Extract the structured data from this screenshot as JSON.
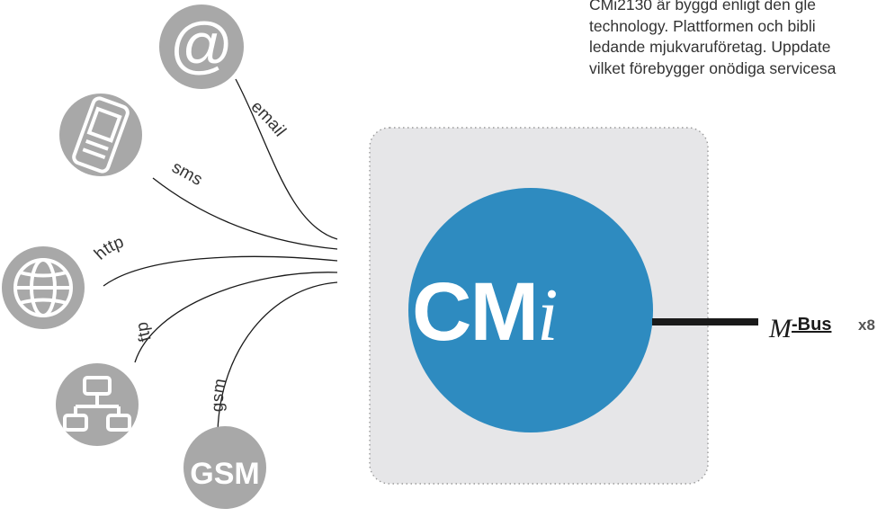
{
  "description_text": {
    "lines": [
      "CMi2130 är byggd enligt den gle",
      "technology. Plattformen och bibli",
      "ledande mjukvaruföretag. Uppdate",
      "vilket förebygger onödiga servicesa"
    ]
  },
  "channels": [
    {
      "label": "email",
      "icon": "at-sign-icon"
    },
    {
      "label": "sms",
      "icon": "mobile-phone-icon"
    },
    {
      "label": "http",
      "icon": "globe-icon"
    },
    {
      "label": "ftp",
      "icon": "network-icon"
    },
    {
      "label": "gsm",
      "icon": "gsm-icon"
    }
  ],
  "device": {
    "logo_text": "CM",
    "logo_suffix": "i"
  },
  "mbus": {
    "logo_letter": "M",
    "label": "-Bus",
    "count": "x8"
  },
  "colors": {
    "circle": "#2e8bc0",
    "box_fill": "#e6e6e8",
    "box_border": "#9a9a9a",
    "icon_gray": "#a8a8a8",
    "line": "#1a1a1a"
  }
}
